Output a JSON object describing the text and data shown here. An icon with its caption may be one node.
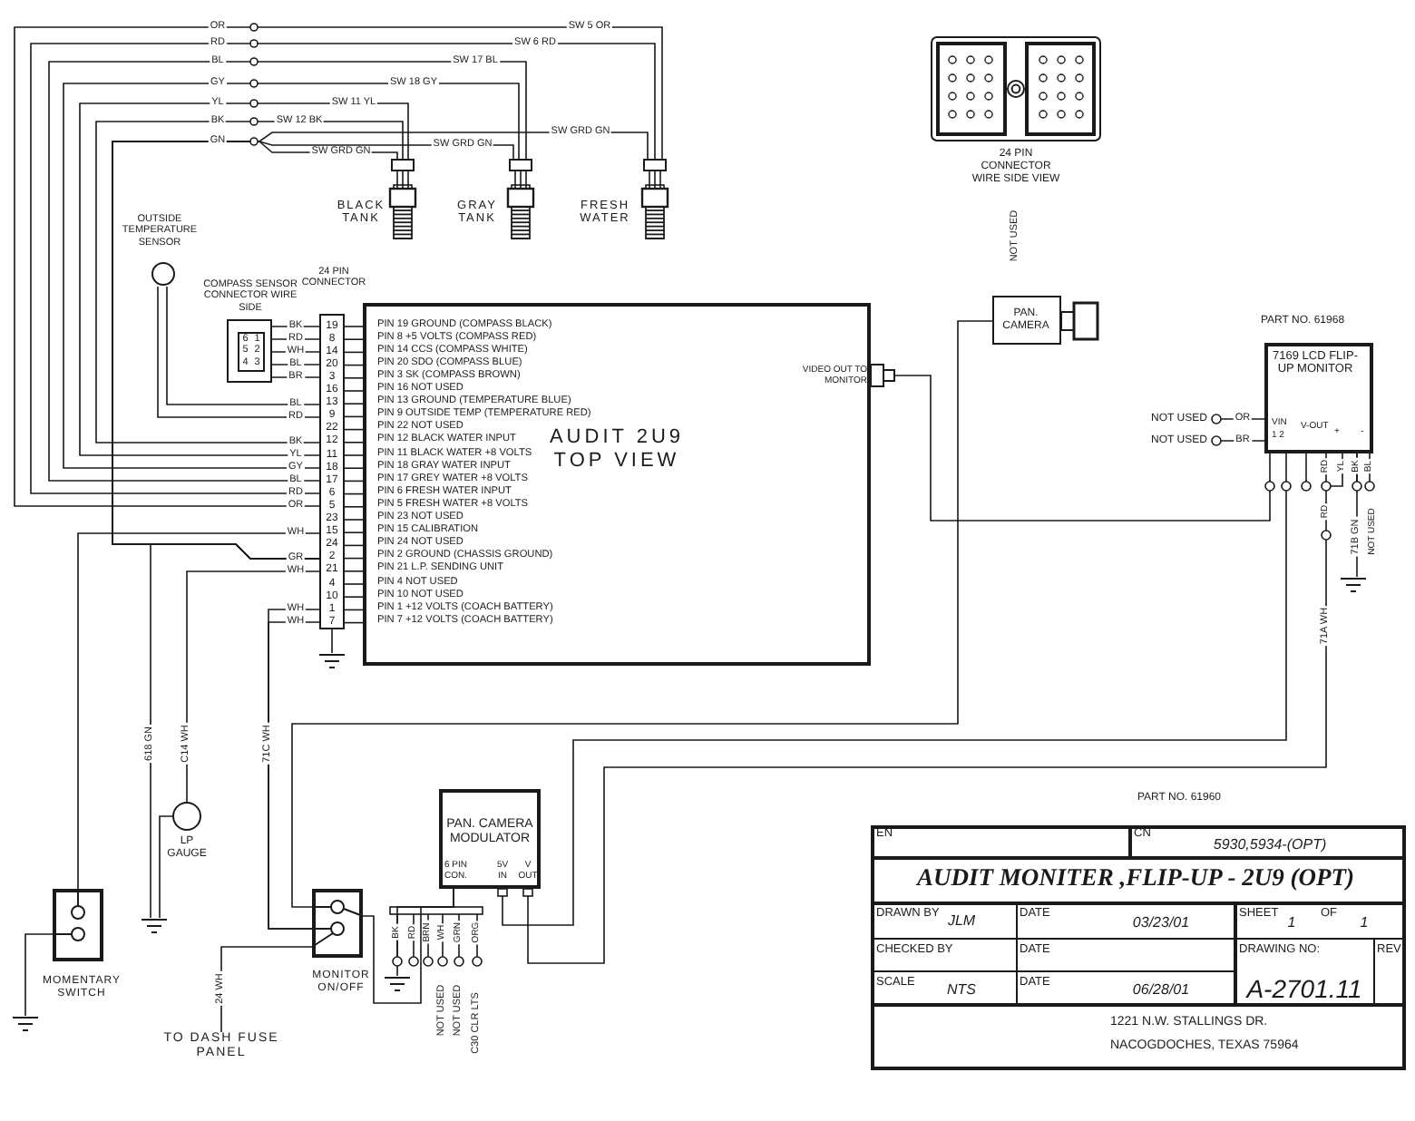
{
  "diagram": {
    "title": "AUDIT MONITER ,FLIP-UP - 2U9 (OPT)",
    "nodes": [
      {
        "text": [
          "BLACK TANK"
        ]
      },
      {
        "text": [
          "GRAY TANK"
        ]
      },
      {
        "text": [
          "FRESH WATER"
        ]
      },
      {
        "text": [
          "OUTSIDE TEMPERATURE SENSOR"
        ]
      },
      {
        "text": [
          "COMPASS SENSOR CONNECTOR WIRE SIDE",
          "6",
          "1",
          "5",
          "2",
          "4",
          "3"
        ]
      },
      {
        "text": [
          "24 PIN CONNECTOR",
          "19",
          "8",
          "14",
          "20",
          "3",
          "16",
          "13",
          "9",
          "22",
          "12",
          "11",
          "18",
          "17",
          "6",
          "5",
          "23",
          "15",
          "24",
          "2",
          "21",
          "4",
          "10",
          "1",
          "7"
        ]
      },
      {
        "text": [
          "PIN 19 GROUND (COMPASS BLACK)",
          "PIN 8 +5 VOLTS (COMPASS RED)",
          "PIN 14 CCS (COMPASS WHITE)",
          "PIN 20 SDO (COMPASS BLUE)",
          "PIN 3 SK (COMPASS BROWN)",
          "PIN 16 NOT USED",
          "PIN 13 GROUND (TEMPERATURE BLUE)",
          "PIN 9 OUTSIDE TEMP (TEMPERATURE RED)",
          "PIN 22 NOT USED",
          "PIN 12 BLACK WATER INPUT",
          "PIN 11 BLACK WATER +8 VOLTS",
          "PIN 18 GRAY WATER INPUT",
          "PIN 17 GREY WATER +8 VOLTS",
          "PIN 6 FRESH WATER INPUT",
          "PIN 5 FRESH WATER +8 VOLTS",
          "PIN 23 NOT USED",
          "PIN 15 CALIBRATION",
          "PIN 24 NOT USED",
          "PIN 2 GROUND (CHASSIS GROUND)",
          "PIN 21 L.P. SENDING UNIT",
          "PIN 4 NOT USED",
          "PIN 10 NOT USED",
          "PIN 1 +12 VOLTS (COACH BATTERY)",
          "PIN 7 +12 VOLTS (COACH BATTERY)",
          "VIDEO OUT TO MONITOR",
          "AUDIT 2U9 TOP VIEW"
        ]
      },
      {
        "text": [
          "PAN. CAMERA"
        ]
      },
      {
        "text": [
          "7169 LCD FLIP-UP MONITOR",
          "VIN",
          "1 2",
          "V-OUT",
          "+",
          "-"
        ],
        "beside": [
          "PART NO. 61968"
        ]
      },
      {
        "text": [
          "24 PIN CONNECTOR WIRE SIDE VIEW"
        ]
      },
      {
        "text": [
          "LP GAUGE"
        ]
      },
      {
        "text": [
          "MOMENTARY SWITCH"
        ]
      },
      {
        "text": [
          "MONITOR ON/OFF"
        ]
      },
      {
        "text": [
          "PAN. CAMERA MODULATOR",
          "6 PIN CON.",
          "5V IN",
          "V OUT"
        ]
      },
      {
        "text": [
          "TO DASH FUSE PANEL"
        ]
      },
      {
        "text": [],
        "shape": "ground"
      },
      {
        "text": [],
        "shape": "ground"
      },
      {
        "text": [],
        "shape": "ground"
      },
      {
        "text": [],
        "shape": "ground"
      },
      {
        "text": [],
        "shape": "ground"
      }
    ],
    "edges": [
      {
        "from": 5,
        "to": 2,
        "arrow": "none",
        "label": "SW 5 OR"
      },
      {
        "from": 5,
        "to": 2,
        "arrow": "none",
        "label": "SW 6 RD"
      },
      {
        "from": 5,
        "to": 1,
        "arrow": "none",
        "label": "SW 17 BL"
      },
      {
        "from": 5,
        "to": 1,
        "arrow": "none",
        "label": "SW 18 GY"
      },
      {
        "from": 5,
        "to": 0,
        "arrow": "none",
        "label": "SW 11 YL"
      },
      {
        "from": 5,
        "to": 0,
        "arrow": "none",
        "label": "SW 12 BK"
      },
      {
        "from": 5,
        "to": 2,
        "arrow": "none",
        "label": "SW GRD GN"
      },
      {
        "from": 5,
        "to": 1,
        "arrow": "none",
        "label": "SW GRD GN"
      },
      {
        "from": 5,
        "to": 0,
        "arrow": "none",
        "label": "SW GRD GN"
      },
      {
        "from": 3,
        "to": 5,
        "arrow": "none",
        "label": "BL"
      },
      {
        "from": 3,
        "to": 5,
        "arrow": "none",
        "label": "RD"
      },
      {
        "from": 4,
        "to": 5,
        "arrow": "none",
        "label": "BK"
      },
      {
        "from": 4,
        "to": 5,
        "arrow": "none",
        "label": "RD"
      },
      {
        "from": 4,
        "to": 5,
        "arrow": "none",
        "label": "WH"
      },
      {
        "from": 4,
        "to": 5,
        "arrow": "none",
        "label": "BL"
      },
      {
        "from": 4,
        "to": 5,
        "arrow": "none",
        "label": "BR"
      },
      {
        "from": 5,
        "to": 11,
        "arrow": "none",
        "label": "WH"
      },
      {
        "from": 5,
        "to": 16,
        "arrow": "none",
        "label": "618 GN"
      },
      {
        "from": 5,
        "to": 10,
        "arrow": "none",
        "label": "C14 WH"
      },
      {
        "from": 5,
        "to": 12,
        "arrow": "none",
        "label": "71C WH"
      },
      {
        "from": 5,
        "to": 12,
        "arrow": "none"
      },
      {
        "from": 5,
        "to": 15,
        "arrow": "none"
      },
      {
        "from": 10,
        "to": 16,
        "arrow": "none"
      },
      {
        "from": 11,
        "to": 17,
        "arrow": "none"
      },
      {
        "from": 12,
        "to": 14,
        "arrow": "none",
        "label": "24 WH"
      },
      {
        "from": 7,
        "to": 12,
        "arrow": "none"
      },
      {
        "from": 6,
        "to": 8,
        "arrow": "other"
      },
      {
        "from": 13,
        "to": 8,
        "arrow": "other"
      },
      {
        "from": 13,
        "to": 8,
        "arrow": "other",
        "label": "71A WH"
      },
      {
        "from": 12,
        "to": 13,
        "arrow": "none"
      },
      {
        "from": 13,
        "to": 18,
        "arrow": "none"
      },
      {
        "from": 8,
        "to": 19,
        "arrow": "none",
        "label": "71B GN"
      }
    ],
    "labels": [
      "OR",
      "RD",
      "BL",
      "GY",
      "YL",
      "BK",
      "GN",
      "NOT USED",
      "BK",
      "YL",
      "GY",
      "BL",
      "RD",
      "OR",
      "GR",
      "WH",
      "WH",
      "WH",
      "NOT USED",
      "OR",
      "NOT USED",
      "BR",
      "RD",
      "YL",
      "BK",
      "BL",
      "RD",
      "NOT USED",
      "PART NO. 61960",
      "BK",
      "RD",
      "BRN",
      "WH",
      "GRN",
      "ORG",
      "NOT USED",
      "NOT USED",
      "C30 CLR LTS",
      "EN",
      "CN",
      "5930,5934-(OPT)",
      "DRAWN BY",
      "JLM",
      "DATE",
      "03/23/01",
      "SHEET",
      "1",
      "OF",
      "1",
      "CHECKED BY",
      "DATE",
      "DRAWING NO:",
      "REV",
      "SCALE",
      "NTS",
      "DATE",
      "06/28/01",
      "A-2701.11",
      "1221 N.W. STALLINGS DR.",
      "NACOGDOCHES, TEXAS 75964"
    ]
  }
}
